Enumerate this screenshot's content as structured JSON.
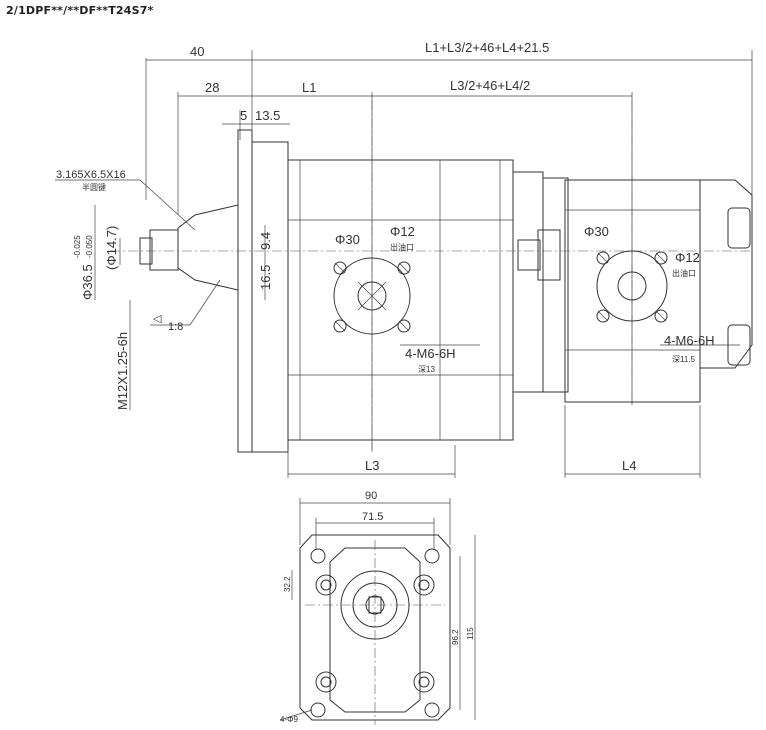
{
  "title": "2/1DPF**/**DF**T24S7*",
  "side_view": {
    "dim_40": "40",
    "dim_total": "L1+L3/2+46+L4+21.5",
    "dim_28": "28",
    "dim_L1": "L1",
    "dim_L3_half": "L3/2+46+L4/2",
    "dim_5": "5",
    "dim_13_5": "13.5",
    "key_spec": "3.165X6.5X16",
    "key_note": "半圆键",
    "shaft_dia": "Φ36.5",
    "shaft_tol_upper": "-0.025",
    "shaft_tol_lower": "-0.050",
    "dia_14_7": "(Φ14.7)",
    "thread": "M12X1.25-6h",
    "taper": "1:8",
    "dim_9_4": "9.4",
    "dim_16_5": "16.5",
    "port1_dia": "Φ30",
    "port1_inner": "Φ12",
    "port1_label": "出油口",
    "port1_thread": "4-M6-6H",
    "port1_depth": "深13",
    "port2_dia": "Φ30",
    "port2_inner": "Φ12",
    "port2_label": "出油口",
    "port2_thread": "4-M6-6H",
    "port2_depth": "深11.5",
    "dim_L3": "L3",
    "dim_L4": "L4"
  },
  "front_view": {
    "dim_90": "90",
    "dim_71_5": "71.5",
    "dim_32_2": "32.2",
    "dim_96_2": "96.2",
    "dim_115": "115",
    "holes": "4-Φ9"
  }
}
